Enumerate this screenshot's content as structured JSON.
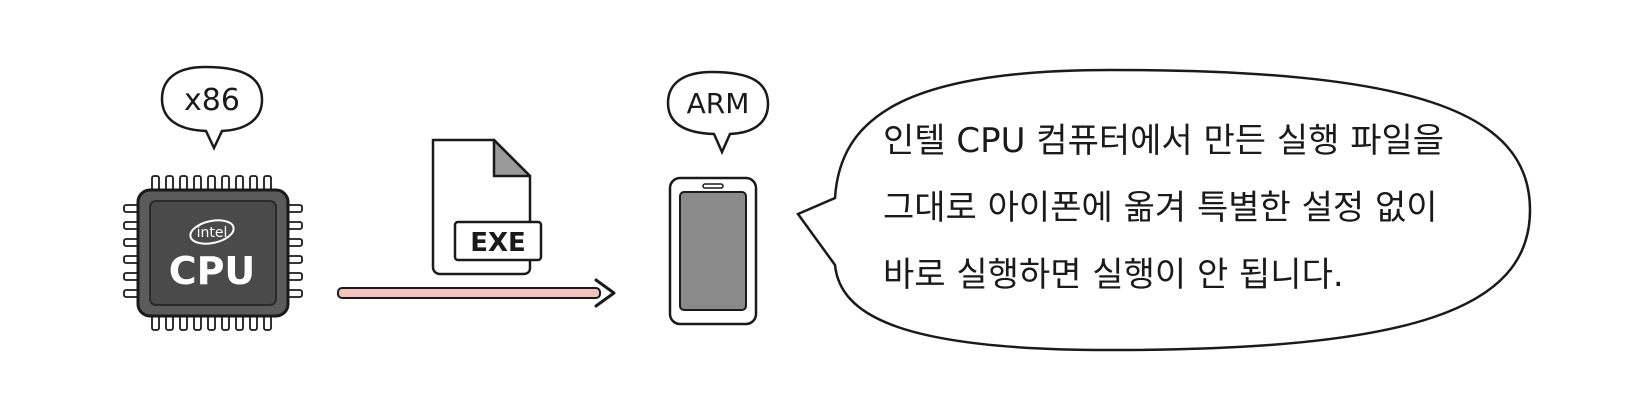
{
  "cpu_arch_label": "x86",
  "chip": {
    "brand": "intel",
    "label": "CPU"
  },
  "file": {
    "label": "EXE"
  },
  "phone_arch_label": "ARM",
  "speech_bubble": {
    "lines": [
      "인텔 CPU 컴퓨터에서 만든 실행 파일을",
      "그대로 아이폰에 옮겨 특별한 설정 없이",
      "바로 실행하면 실행이 안 됩니다."
    ]
  },
  "colors": {
    "stroke": "#1a1a1a",
    "chip_body": "#5b5b5b",
    "chip_inner": "#4a4a4a",
    "arrow": "#f2c4bd",
    "phone_screen": "#8a8a8a",
    "file_fold": "#9a9a9a"
  }
}
